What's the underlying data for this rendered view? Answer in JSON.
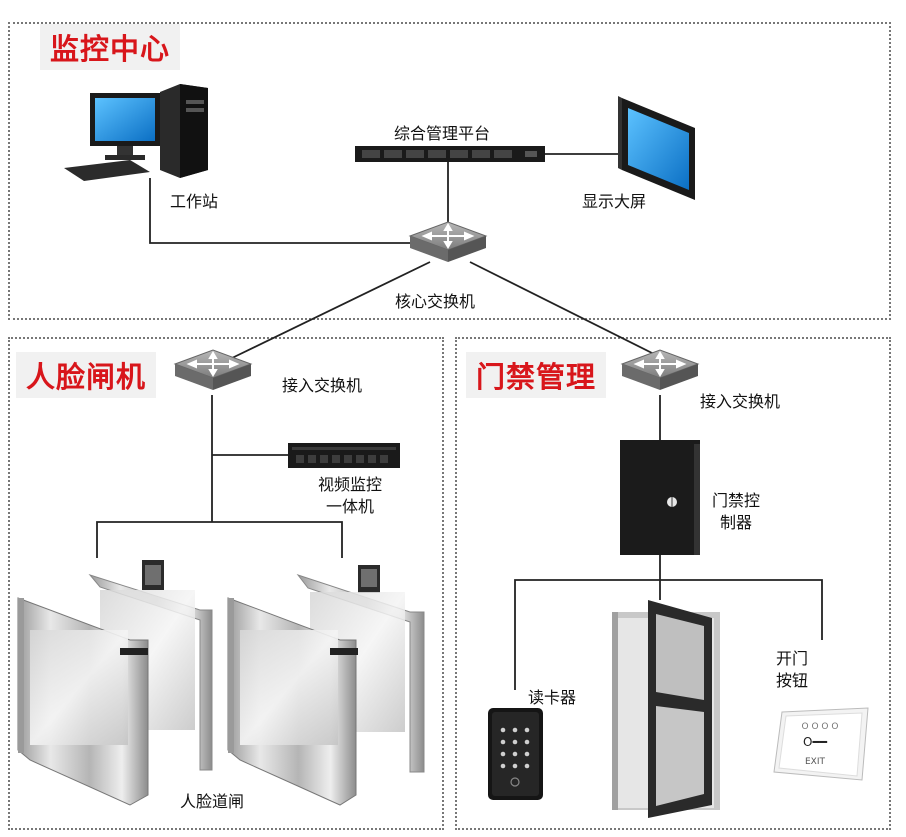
{
  "zones": {
    "monitoring_center": "监控中心",
    "face_gate": "人脸闸机",
    "access_control": "门禁管理"
  },
  "labels": {
    "workstation": "工作站",
    "platform": "综合管理平台",
    "display_wall": "显示大屏",
    "core_switch": "核心交换机",
    "access_switch_left": "接入交换机",
    "access_switch_right": "接入交换机",
    "video_box_line1": "视频监控",
    "video_box_line2": "一体机",
    "face_turnstile": "人脸道闸",
    "door_controller_line1": "门禁控",
    "door_controller_line2": "制器",
    "card_reader": "读卡器",
    "exit_button_line1": "开门",
    "exit_button_line2": "按钮"
  },
  "exit_button_face": {
    "top": "O O O O",
    "mid": "O━━",
    "bottom": "EXIT"
  },
  "colors": {
    "zone_title": "#d8161b",
    "switch_gray": "#8a8a8a",
    "screen_blue": "#1e8fe0",
    "dark_device": "#1b1b1b"
  }
}
